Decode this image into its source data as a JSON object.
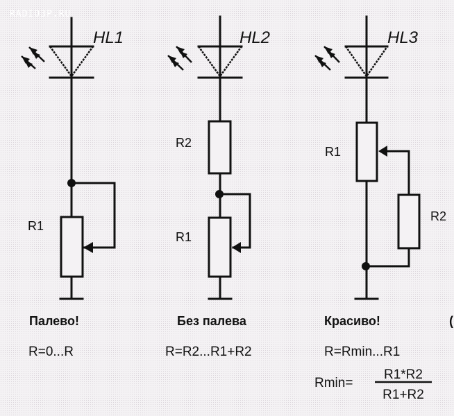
{
  "watermark": "RADIO3P.RU",
  "circuits": [
    {
      "led_label": "HL1",
      "resistors": [
        "R1"
      ],
      "caption": "Палево!",
      "range_formula": "R=0...R"
    },
    {
      "led_label": "HL2",
      "resistors": [
        "R2",
        "R1"
      ],
      "caption": "Без палева",
      "range_formula": "R=R2...R1+R2"
    },
    {
      "led_label": "HL3",
      "resistors": [
        "R1",
        "R2"
      ],
      "caption": "Красиво!",
      "range_formula": "R=Rmin...R1",
      "rmin": {
        "lhs": "Rmin=",
        "numerator": "R1*R2",
        "denominator": "R1+R2"
      }
    }
  ],
  "edge_fragment": "("
}
